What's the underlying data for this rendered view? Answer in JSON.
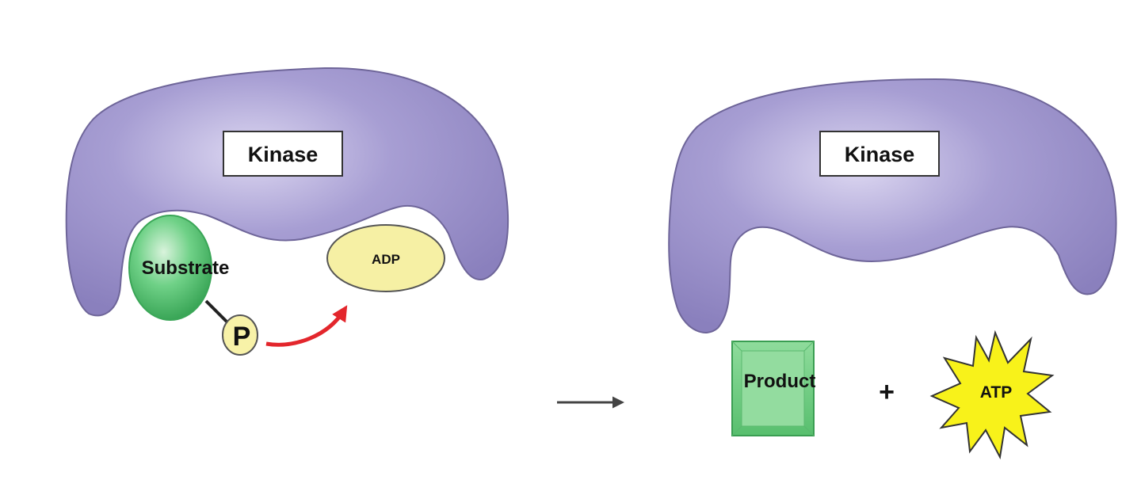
{
  "left_panel": {
    "enzyme_label": "Kinase",
    "substrate_label": "Substrate",
    "phosphate_label": "P",
    "adp_label": "ADP"
  },
  "right_panel": {
    "enzyme_label": "Kinase",
    "product_label": "Product",
    "plus_label": "+",
    "atp_label": "ATP"
  },
  "colors": {
    "enzyme": "#9d94cc",
    "enzyme_edge": "#6e6599",
    "substrate": "#5ec97a",
    "substrate_edge": "#3aa657",
    "product": "#74cf86",
    "adp_fill": "#f6f0a4",
    "phosphate_fill": "#f8f2a8",
    "atp_fill": "#f8f21a",
    "transfer_arrow": "#e3262c",
    "reaction_arrow": "#444444"
  }
}
